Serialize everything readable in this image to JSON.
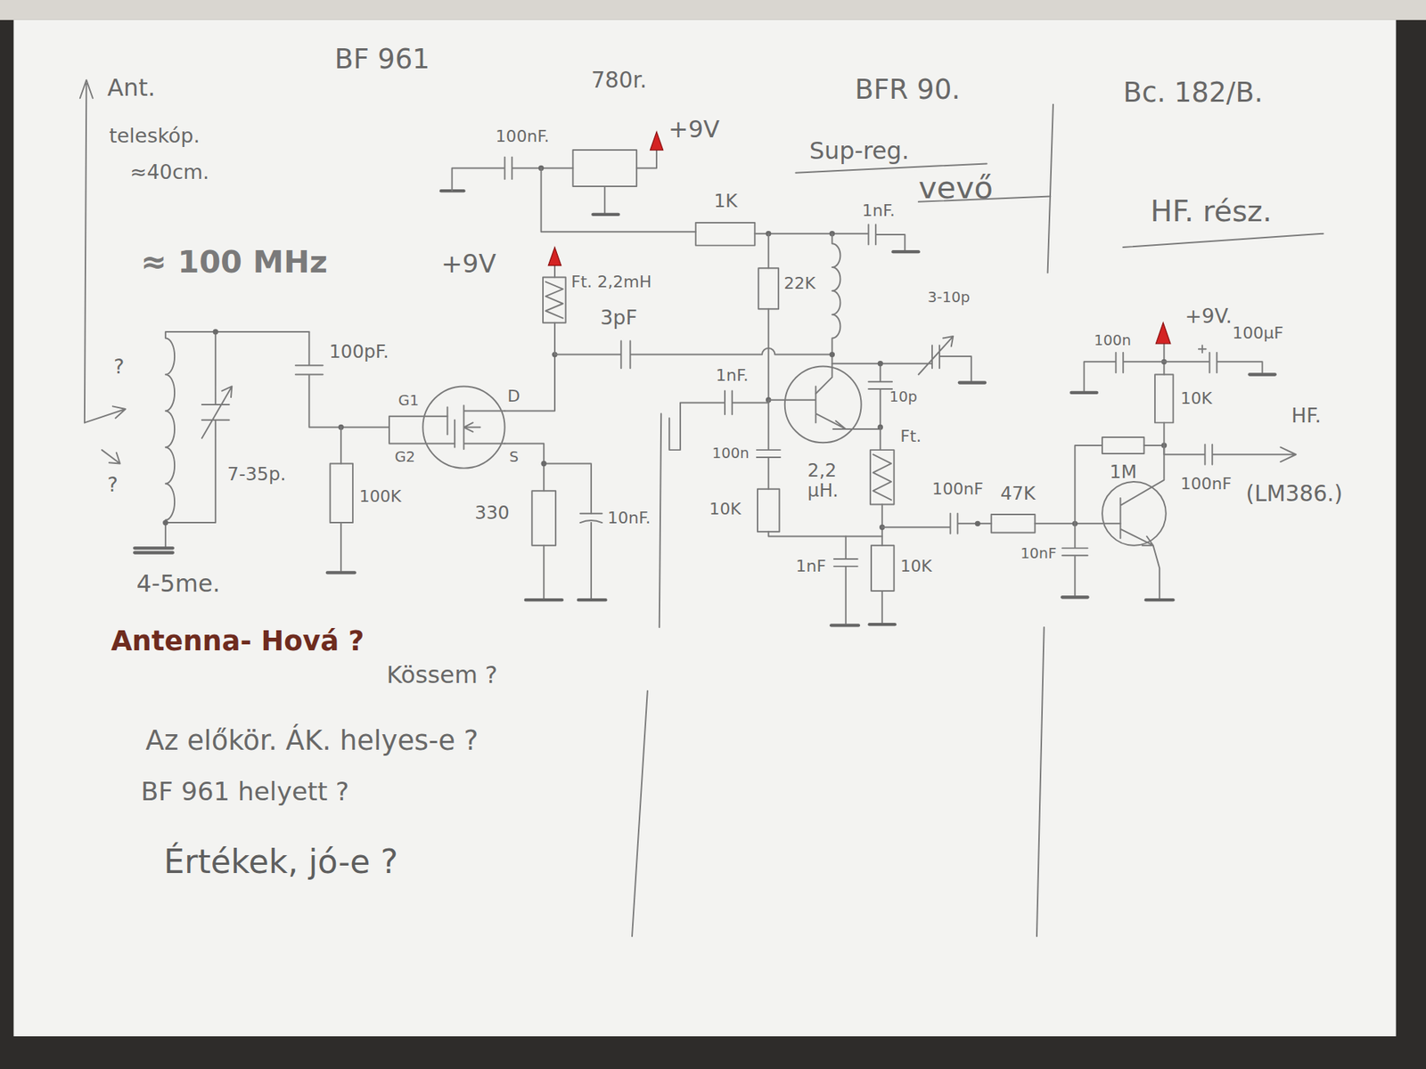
{
  "diagram": {
    "labels": [
      "BF 961",
      "780r.",
      "BFR 90.",
      "Bc. 182/B.",
      "Ant.",
      "teleskóp.",
      "≈40cm.",
      "≈ 100 MHz",
      "100nF.",
      "+9V",
      "1K",
      "Sup-reg.",
      "1nF.",
      "vevő",
      "HF. rész.",
      "+9V",
      "Ft. 2,2mH",
      "3pF",
      "22K",
      "3-10p",
      "100pF.",
      "?",
      "7-35p.",
      "?",
      "4-5me.",
      "G1",
      "D",
      "G2",
      "S",
      "100K",
      "330",
      "10nF.",
      "1nF.",
      "100n",
      "10K",
      "10p",
      "Ft.",
      "2,2 μH.",
      "1nF",
      "10K",
      "100nF",
      "47K",
      "10nF",
      "100n",
      "+9V.",
      "100μF",
      "10K",
      "1M",
      "HF.",
      "100nF",
      "(LM386.)",
      "Antenna- Hová ?",
      "Kössem ?",
      "Az előkör. ÁK. helyes-e ?",
      "BF 961 helyett ?",
      "Értékek, jó-e ?"
    ]
  }
}
